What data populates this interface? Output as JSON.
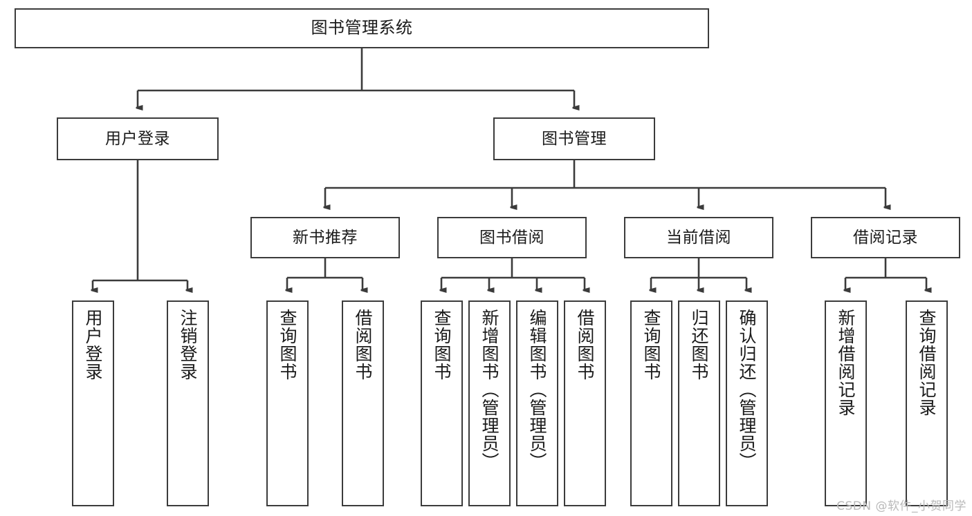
{
  "diagram": {
    "title": "图书管理系统",
    "type": "tree",
    "root": {
      "label": "图书管理系统"
    },
    "level1": [
      {
        "label": "用户登录"
      },
      {
        "label": "图书管理"
      }
    ],
    "level2": [
      {
        "label": "新书推荐"
      },
      {
        "label": "图书借阅"
      },
      {
        "label": "当前借阅"
      },
      {
        "label": "借阅记录"
      }
    ],
    "leaves": {
      "user_login": [
        {
          "label": "用户登录"
        },
        {
          "label": "注销登录"
        }
      ],
      "new_book_recommend": [
        {
          "label": "查询图书"
        },
        {
          "label": "借阅图书"
        }
      ],
      "book_borrow": [
        {
          "label": "查询图书"
        },
        {
          "label": "新增图书（管理员）"
        },
        {
          "label": "编辑图书（管理员）"
        },
        {
          "label": "借阅图书"
        }
      ],
      "current_borrow": [
        {
          "label": "查询图书"
        },
        {
          "label": "归还图书"
        },
        {
          "label": "确认归还（管理员）"
        }
      ],
      "borrow_record": [
        {
          "label": "新增借阅记录"
        },
        {
          "label": "查询借阅记录"
        }
      ]
    }
  },
  "watermark": {
    "text": "CSDN @软件_小贺同学"
  },
  "colors": {
    "stroke": "#3b3b3b",
    "fill": "#ffffff",
    "text": "#1a1a1a",
    "watermark": "#b9b9b9"
  }
}
